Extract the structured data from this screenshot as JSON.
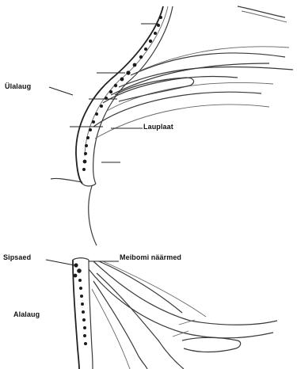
{
  "labels": {
    "upper_eyelid": "Ülalaug",
    "lens": "Lauplaat",
    "eyelid_corner": "Sipsaed",
    "meibomian_gland": "Meibomi näärmed",
    "lower_eyelid": "Alalaug"
  },
  "colors": {
    "stroke": "#3a3a3a",
    "dots": "#1b1b1b",
    "background": "#ffffff"
  }
}
